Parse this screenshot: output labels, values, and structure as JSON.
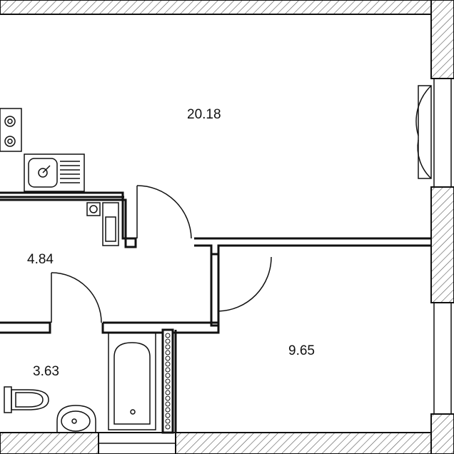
{
  "colors": {
    "wall": "#111111",
    "wall_hatch": "#444444",
    "fixture": "#222222",
    "background": "#ffffff"
  },
  "rooms": [
    {
      "id": "living",
      "area": "20.18"
    },
    {
      "id": "hall",
      "area": "4.84"
    },
    {
      "id": "bath",
      "area": "3.63"
    },
    {
      "id": "bedroom",
      "area": "9.65"
    }
  ],
  "fixtures": [
    "stove-icon",
    "kitchen-sink-icon",
    "washing-machine-icon",
    "bathtub-icon",
    "toilet-icon",
    "wash-basin-icon"
  ]
}
